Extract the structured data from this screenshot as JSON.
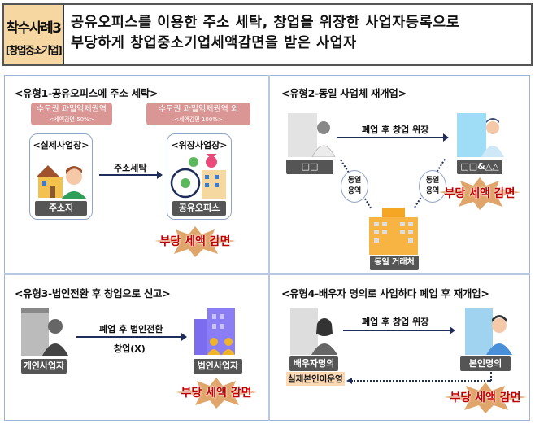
{
  "header": {
    "case_label": "착수사례3",
    "category": "[창업중소기업]",
    "title_line1": "공유오피스를 이용한 주소 세탁, 창업을 위장한 사업자등록으로",
    "title_line2": "부당하게 창업중소기업세액감면을 받은 사업자"
  },
  "type1": {
    "title": "<유형1-공유오피스에 주소 세탁>",
    "zone_left": "수도권 과밀억제권역",
    "zone_left_sub": "<세액감면 50%>",
    "zone_right": "수도권 과밀억제권역 외",
    "zone_right_sub": "<세액감면 100%>",
    "card_left_title": "<실제사업장>",
    "card_left_label": "주소지",
    "card_right_title": "<위장사업장>",
    "card_right_label": "공유오피스",
    "arrow_label": "주소세탁",
    "burst": "부당 세액 감면"
  },
  "type2": {
    "title": "<유형2-동일 사업체 재개업>",
    "left_label": "□□",
    "right_label": "□□&△△",
    "arrow_label": "폐업 후 창업 위장",
    "circle_left_l1": "동일",
    "circle_left_l2": "용역",
    "circle_right_l1": "동일",
    "circle_right_l2": "용역",
    "bottom_label": "동일 거래처",
    "burst": "부당 세액 감면"
  },
  "type3": {
    "title": "<유형3-법인전환 후 창업으로 신고>",
    "left_label": "개인사업자",
    "right_label": "법인사업자",
    "arrow_label_top": "폐업 후 법인전환",
    "arrow_label_bottom": "창업(X)",
    "burst": "부당 세액 감면"
  },
  "type4": {
    "title": "<유형4-배우자 명의로 사업하다 폐업 후 재개업>",
    "left_label": "배우자명의",
    "left_sublabel": "실제본인이운영",
    "right_label": "본인명의",
    "arrow_label": "폐업 후 창업 위장",
    "burst": "부당 세액 감면"
  }
}
